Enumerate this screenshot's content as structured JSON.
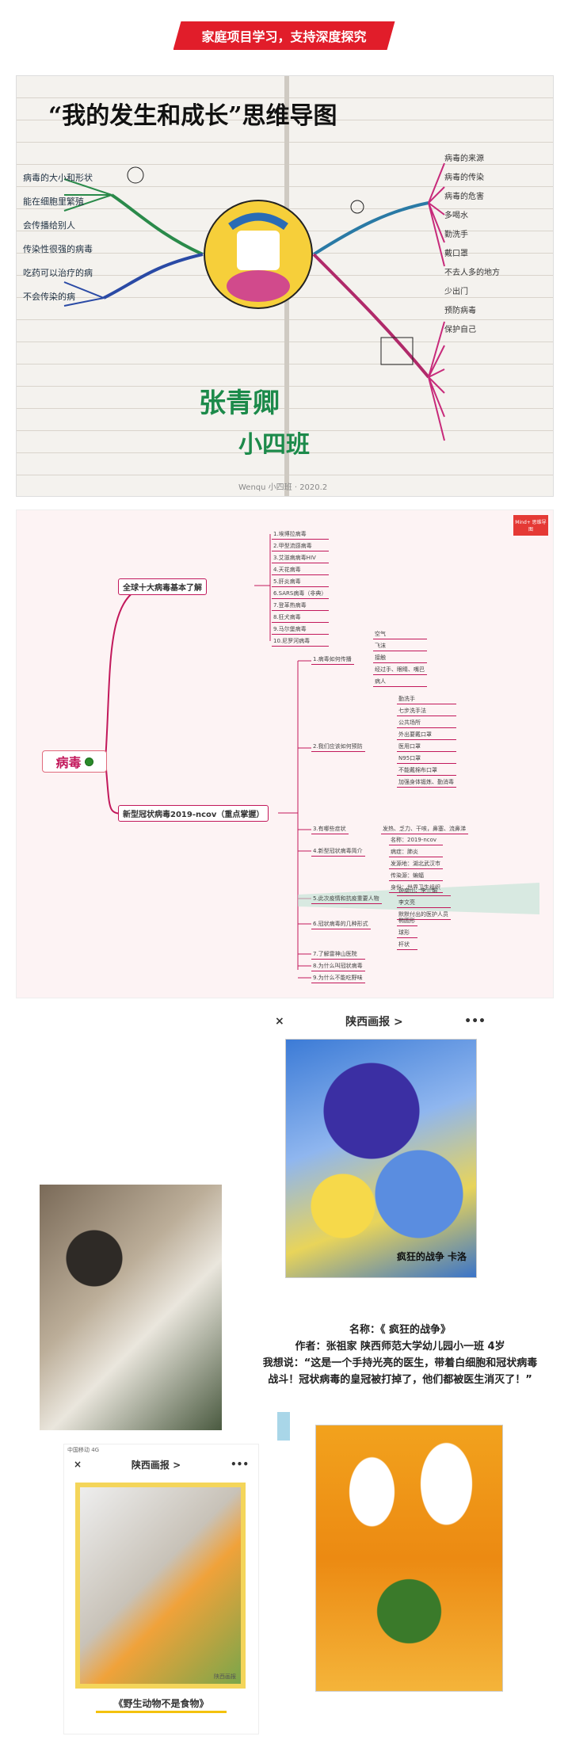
{
  "banner": {
    "text": "家庭项目学习，支持深度探究"
  },
  "notebook": {
    "title": "“我的发生和成长”思维导图",
    "left_items": [
      "病毒的大小和形状",
      "能在细胞里繁殖",
      "会传播给别人",
      "传染性很强的病毒",
      "吃药可以治疗的病",
      "不会传染的病"
    ],
    "right_items": [
      "病毒的来源",
      "病毒的传染",
      "病毒的危害",
      "多喝水",
      "勤洗手",
      "戴口罩",
      "不去人多的地方",
      "少出门",
      "预防病毒",
      "保护自己"
    ],
    "name": "张青卿",
    "class": "小四班",
    "footer": "Wenqu 小四班 · 2020.2"
  },
  "mindmap": {
    "root": "病毒",
    "corner": "Mind+ 思维导图",
    "branch1": "全球十大病毒基本了解",
    "branch1_items": [
      "1.埃博拉病毒",
      "2.甲型流感病毒",
      "3.艾滋病病毒HIV",
      "4.天花病毒",
      "5.肝炎病毒",
      "6.SARS病毒（非典）",
      "7.登革热病毒",
      "8.狂犬病毒",
      "9.马尔堡病毒",
      "10.尼罗河病毒"
    ],
    "branch2": "新型冠状病毒2019-ncov（重点掌握）",
    "sub1": "1.病毒如何传播",
    "sub1_items": [
      "空气",
      "飞沫",
      "接触",
      "经过手、眼睛、嘴巴",
      "病人"
    ],
    "sub2": "2.我们应该如何预防",
    "sub2_items": [
      "勤洗手",
      "七步洗手法",
      "公共场所",
      "外出要戴口罩",
      "医用口罩",
      "N95口罩",
      "不能戴棉布口罩",
      "加强身体锻炼、勤消毒"
    ],
    "sub3": "3.有哪些症状",
    "sub3_text": "发热、乏力、干咳，鼻塞、流鼻涕",
    "sub4": "4.新型冠状病毒简介",
    "sub4_items": [
      "名称：2019-ncov",
      "病症：肺炎",
      "发源地：湖北武汉市",
      "传染源：蝙蝠",
      "身份：世界卫生组织"
    ],
    "sub5": "5.此次疫情和抗疫重要人物",
    "sub5_items": [
      "钟南山、李兰娟",
      "李文亮",
      "默默付出的医护人员"
    ],
    "sub6": "6.冠状病毒的几种形式",
    "sub6_items": [
      "椭圆形",
      "球形",
      "杆状"
    ],
    "sub7": "7.了解雷神山医院",
    "sub8": "8.为什么叫冠状病毒",
    "sub9": "9.为什么不能吃野味"
  },
  "phone1": {
    "close_icon": "×",
    "title": "陕西画报 >",
    "more_icon": "•••",
    "painting_sig": "疯狂的战争 卡洛",
    "caption_name": "名称：《 疯狂的战争》",
    "caption_author": "作者：张祖家 陕西师范大学幼儿园小一班 4岁",
    "caption_say": "我想说：“这是一个手持光亮的医生，带着白细胞和冠状病毒战斗！冠状病毒的皇冠被打掉了，他们都被医生消灭了！”"
  },
  "phone2": {
    "status": "中国移动 4G",
    "close_icon": "×",
    "title": "陕西画报 >",
    "more_icon": "•••",
    "watermark": "陕西画报",
    "caption": "《野生动物不是食物》"
  }
}
